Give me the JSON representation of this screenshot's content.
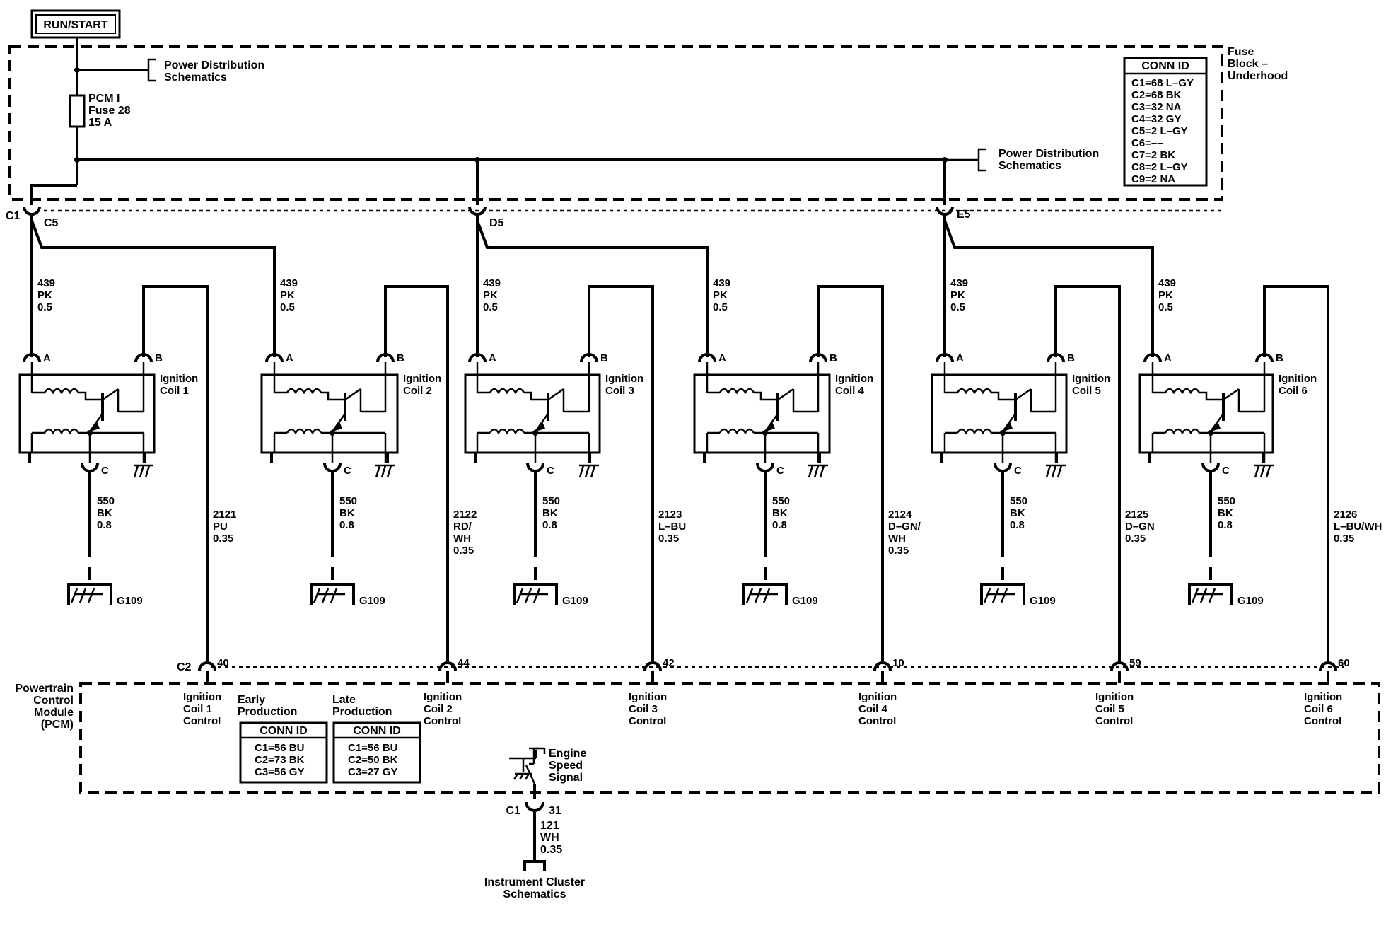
{
  "run_start": "RUN/START",
  "fuse_block": {
    "l1": "Fuse",
    "l2": "Block –",
    "l3": "Underhood"
  },
  "power_dist": {
    "l1": "Power Distribution",
    "l2": "Schematics"
  },
  "fuse": {
    "l1": "PCM I",
    "l2": "Fuse 28",
    "l3": "15 A"
  },
  "conn_fuse_block": {
    "header": "CONN ID",
    "rows": [
      "C1=68 L–GY",
      "C2=68 BK",
      "C3=32 NA",
      "C4=32 GY",
      "C5=2 L–GY",
      "C6=––",
      "C7=2 BK",
      "C8=2 L–GY",
      "C9=2 NA"
    ]
  },
  "top_connectors": {
    "c1": "C1",
    "c5": "C5",
    "d5": "D5",
    "e5": "E5"
  },
  "coil_feed_wire": {
    "num": "439",
    "color": "PK",
    "gauge": "0.5"
  },
  "pin_labels": {
    "a": "A",
    "b": "B",
    "c": "C"
  },
  "ground_wire": {
    "num": "550",
    "color": "BK",
    "gauge": "0.8"
  },
  "ground_label": "G109",
  "coils": [
    {
      "l1": "Ignition",
      "l2": "Coil 1",
      "ctl_num": "2121",
      "ctl_c1": "PU",
      "ctl_c2": "",
      "ctl_gauge": "0.35",
      "pin": "40",
      "pcm_l1": "Ignition",
      "pcm_l2": "Coil 1",
      "pcm_l3": "Control"
    },
    {
      "l1": "Ignition",
      "l2": "Coil 2",
      "ctl_num": "2122",
      "ctl_c1": "RD/",
      "ctl_c2": "WH",
      "ctl_gauge": "0.35",
      "pin": "44",
      "pcm_l1": "Ignition",
      "pcm_l2": "Coil 2",
      "pcm_l3": "Control"
    },
    {
      "l1": "Ignition",
      "l2": "Coil 3",
      "ctl_num": "2123",
      "ctl_c1": "L–BU",
      "ctl_c2": "",
      "ctl_gauge": "0.35",
      "pin": "42",
      "pcm_l1": "Ignition",
      "pcm_l2": "Coil 3",
      "pcm_l3": "Control"
    },
    {
      "l1": "Ignition",
      "l2": "Coil 4",
      "ctl_num": "2124",
      "ctl_c1": "D–GN/",
      "ctl_c2": "WH",
      "ctl_gauge": "0.35",
      "pin": "10",
      "pcm_l1": "Ignition",
      "pcm_l2": "Coil 4",
      "pcm_l3": "Control"
    },
    {
      "l1": "Ignition",
      "l2": "Coil 5",
      "ctl_num": "2125",
      "ctl_c1": "D–GN",
      "ctl_c2": "",
      "ctl_gauge": "0.35",
      "pin": "59",
      "pcm_l1": "Ignition",
      "pcm_l2": "Coil 5",
      "pcm_l3": "Control"
    },
    {
      "l1": "Ignition",
      "l2": "Coil 6",
      "ctl_num": "2126",
      "ctl_c1": "L–BU/WH",
      "ctl_c2": "",
      "ctl_gauge": "0.35",
      "pin": "60",
      "pcm_l1": "Ignition",
      "pcm_l2": "Coil 6",
      "pcm_l3": "Control"
    }
  ],
  "pcm_connector": "C2",
  "pcm": {
    "l1": "Powertrain",
    "l2": "Control",
    "l3": "Module",
    "l4": "(PCM)"
  },
  "early": {
    "l1": "Early",
    "l2": "Production",
    "header": "CONN ID",
    "rows": [
      "C1=56 BU",
      "C2=73 BK",
      "C3=56 GY"
    ]
  },
  "late": {
    "l1": "Late",
    "l2": "Production",
    "header": "CONN ID",
    "rows": [
      "C1=56 BU",
      "C2=50 BK",
      "C3=27 GY"
    ]
  },
  "engine_speed": {
    "l1": "Engine",
    "l2": "Speed",
    "l3": "Signal"
  },
  "bottom_connector": {
    "id": "C1",
    "pin": "31"
  },
  "bottom_wire": {
    "num": "121",
    "color": "WH",
    "gauge": "0.35"
  },
  "cluster": {
    "l1": "Instrument Cluster",
    "l2": "Schematics"
  }
}
